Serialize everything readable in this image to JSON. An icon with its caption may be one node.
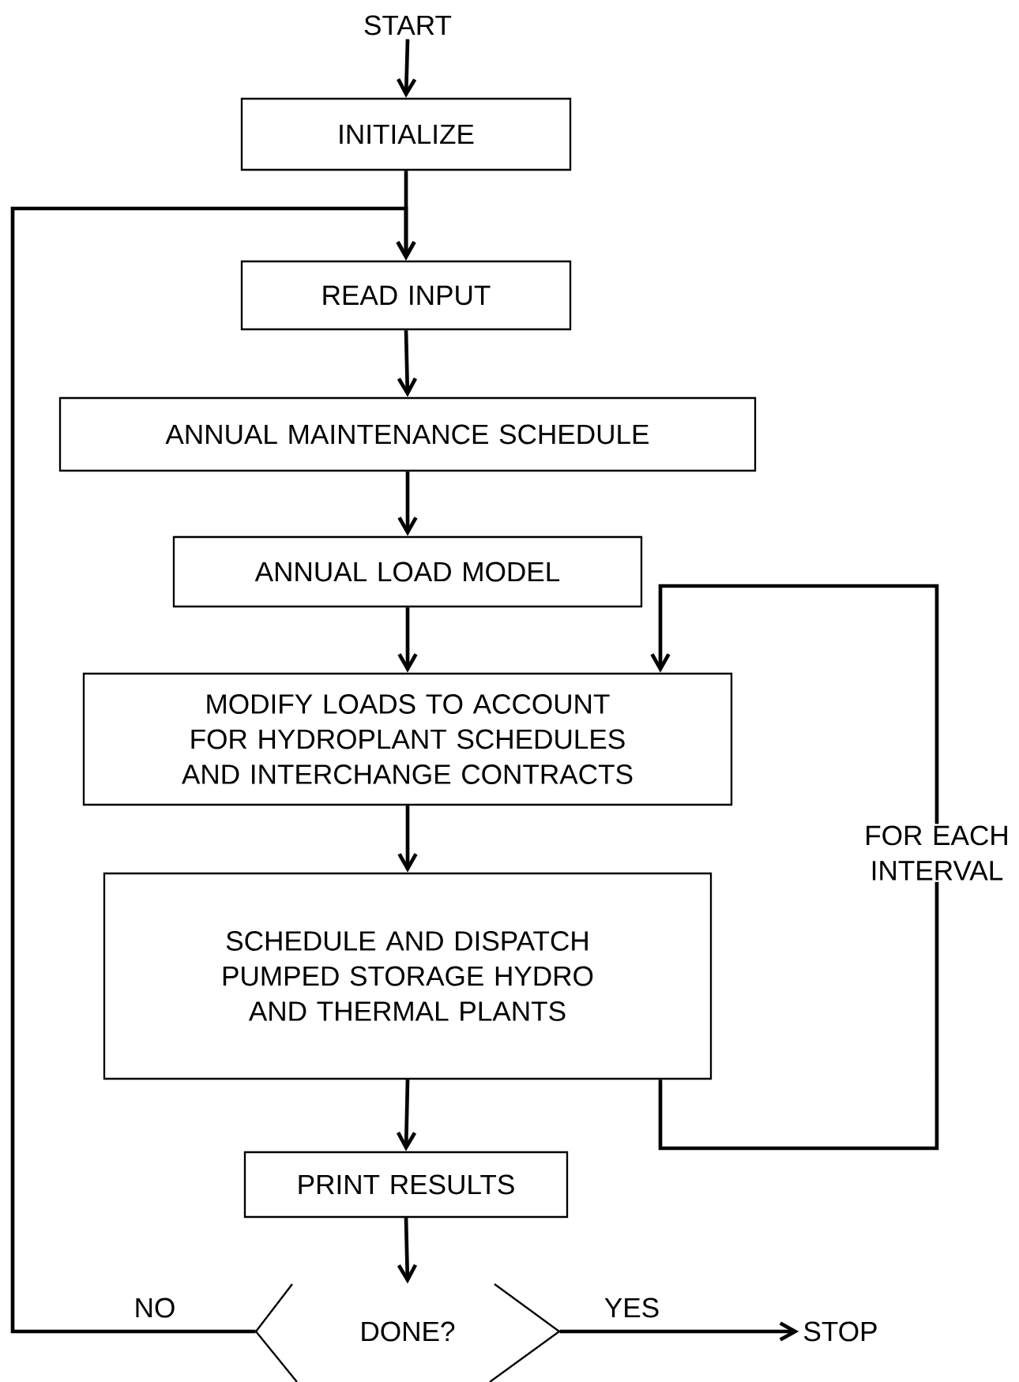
{
  "diagram": {
    "nodes": [
      {
        "text": [
          "START"
        ]
      },
      {
        "text": [
          "INITIALIZE"
        ]
      },
      {
        "text": [
          "READ INPUT"
        ]
      },
      {
        "text": [
          "ANNUAL MAINTENANCE SCHEDULE"
        ]
      },
      {
        "text": [
          "ANNUAL LOAD MODEL"
        ]
      },
      {
        "text": [
          "MODIFY LOADS TO ACCOUNT FOR HYDROPLANT SCHEDULES AND INTERCHANGE CONTRACTS"
        ]
      },
      {
        "text": [
          "SCHEDULE AND DISPATCH PUMPED STORAGE HYDRO AND THERMAL PLANTS"
        ]
      },
      {
        "text": [
          "PRINT RESULTS"
        ]
      },
      {
        "text": [
          "DONE?"
        ]
      },
      {
        "text": [
          "STOP"
        ]
      }
    ],
    "edges": [
      {
        "from": 0,
        "to": 1,
        "arrow": "to"
      },
      {
        "from": 1,
        "to": 2,
        "arrow": "to"
      },
      {
        "from": 2,
        "to": 3,
        "arrow": "to"
      },
      {
        "from": 3,
        "to": 4,
        "arrow": "to"
      },
      {
        "from": 4,
        "to": 5,
        "arrow": "to"
      },
      {
        "from": 5,
        "to": 6,
        "arrow": "to"
      },
      {
        "from": 6,
        "to": 7,
        "arrow": "to"
      },
      {
        "from": 7,
        "to": 8,
        "arrow": "to"
      },
      {
        "from": 6,
        "to": 5,
        "arrow": "to",
        "label": "FOR EACH INTERVAL"
      },
      {
        "from": 8,
        "to": 2,
        "arrow": "to",
        "label": "NO"
      },
      {
        "from": 8,
        "to": 9,
        "arrow": "to",
        "label": "YES"
      }
    ]
  }
}
